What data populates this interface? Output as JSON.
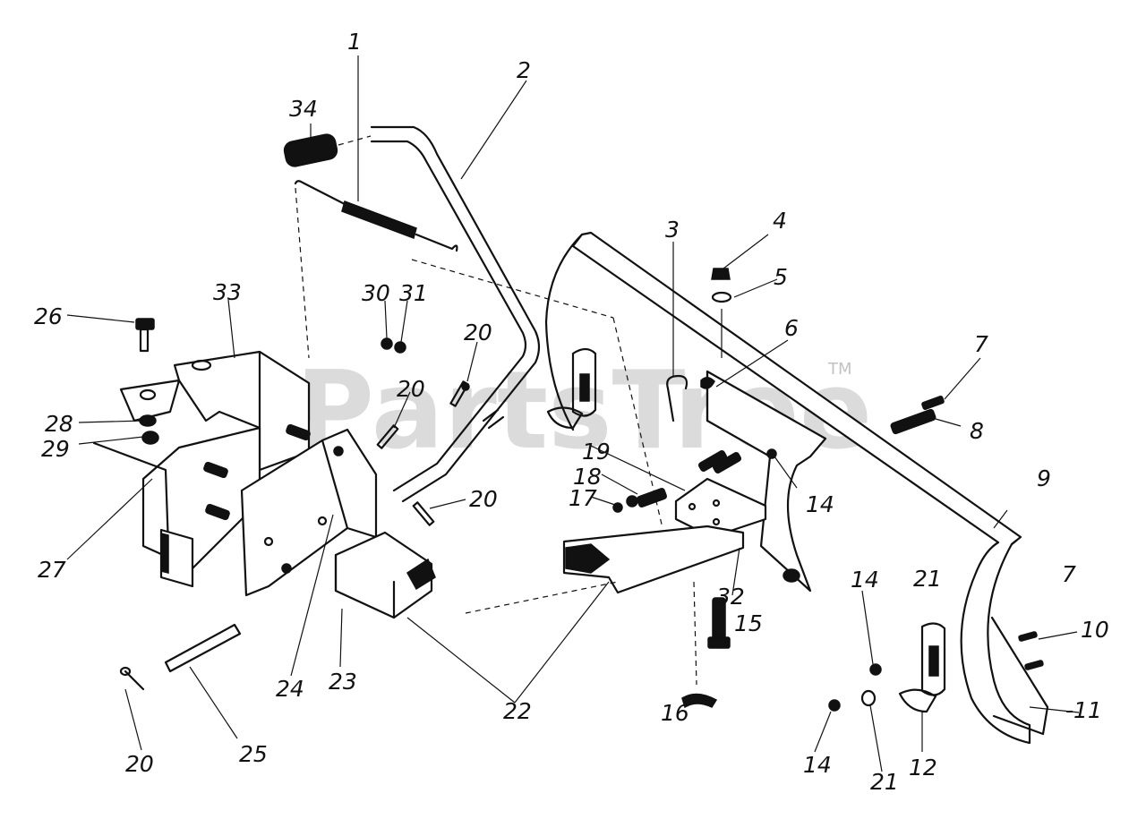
{
  "watermark": {
    "text": "PartsTree",
    "trademark": "TM"
  },
  "callouts": {
    "c1": "1",
    "c2": "2",
    "c3": "3",
    "c4": "4",
    "c5": "5",
    "c6": "6",
    "c7a": "7",
    "c7b": "7",
    "c8": "8",
    "c9": "9",
    "c10": "10",
    "c11": "-11",
    "c12": "12",
    "c14a": "14",
    "c14b": "14",
    "c14c": "14",
    "c15": "15",
    "c16": "16",
    "c17": "17",
    "c18": "18",
    "c19": "19",
    "c20a": "20",
    "c20b": "20",
    "c20c": "20",
    "c20d": "20",
    "c21a": "21",
    "c21b": "21",
    "c22": "22",
    "c23": "23",
    "c24": "24",
    "c25": "25",
    "c26": "26",
    "c27": "27",
    "c28": "28",
    "c29": "29",
    "c30": "30",
    "c31": "31",
    "c32": "32",
    "c33": "33",
    "c34": "34"
  }
}
